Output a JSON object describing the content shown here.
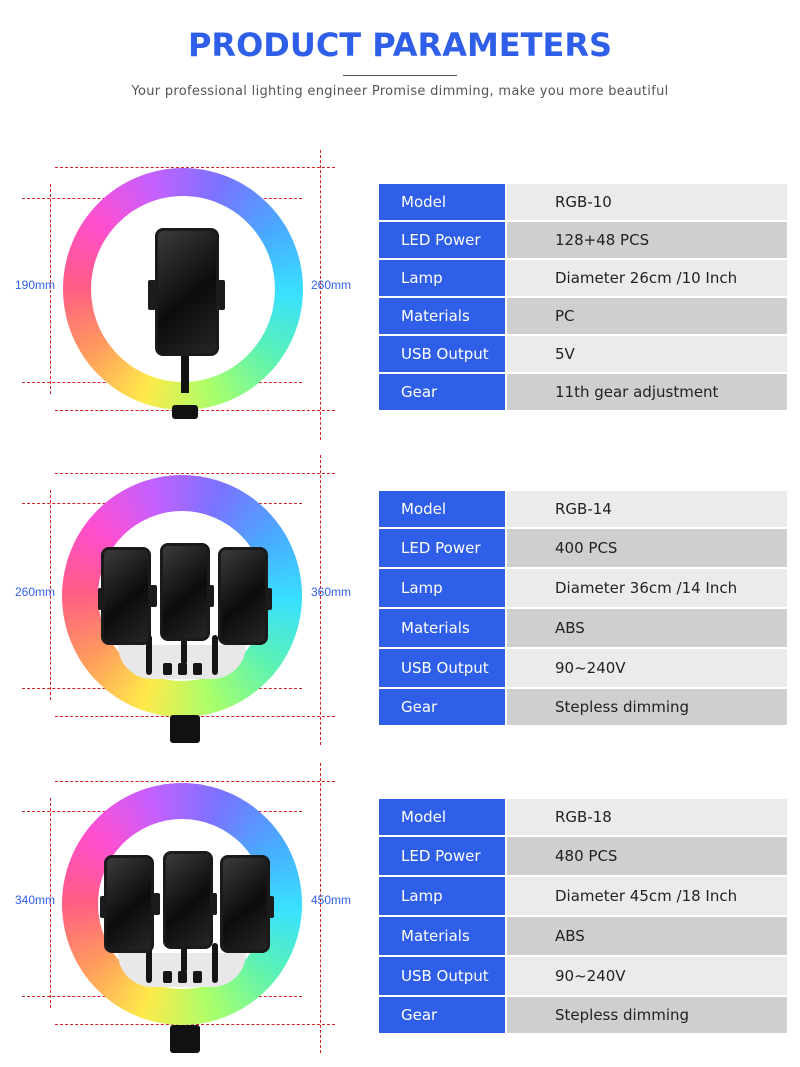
{
  "header": {
    "title": "PRODUCT PARAMETERS",
    "subtitle": "Your professional lighting engineer Promise dimming, make you more beautiful"
  },
  "colors": {
    "accent_blue": "#2f5fe8",
    "dimension_line_red": "#d32020",
    "row_light": "#ebebeb",
    "row_dark": "#cfcfcf"
  },
  "products": [
    {
      "inner_diameter": "190mm",
      "outer_diameter": "260mm",
      "phones": 1,
      "specs": [
        {
          "key": "Model",
          "value": "RGB-10"
        },
        {
          "key": "LED Power",
          "value": "128+48 PCS"
        },
        {
          "key": "Lamp",
          "value": "Diameter 26cm /10 Inch"
        },
        {
          "key": "Materials",
          "value": "PC"
        },
        {
          "key": "USB Output",
          "value": "5V"
        },
        {
          "key": "Gear",
          "value": "11th gear adjustment"
        }
      ]
    },
    {
      "inner_diameter": "260mm",
      "outer_diameter": "360mm",
      "phones": 3,
      "specs": [
        {
          "key": "Model",
          "value": "RGB-14"
        },
        {
          "key": "LED Power",
          "value": "400 PCS"
        },
        {
          "key": "Lamp",
          "value": "Diameter 36cm /14 Inch"
        },
        {
          "key": "Materials",
          "value": "ABS"
        },
        {
          "key": "USB Output",
          "value": "90~240V"
        },
        {
          "key": "Gear",
          "value": "Stepless dimming"
        }
      ]
    },
    {
      "inner_diameter": "340mm",
      "outer_diameter": "450mm",
      "phones": 3,
      "specs": [
        {
          "key": "Model",
          "value": "RGB-18"
        },
        {
          "key": "LED Power",
          "value": "480 PCS"
        },
        {
          "key": "Lamp",
          "value": "Diameter 45cm /18 Inch"
        },
        {
          "key": "Materials",
          "value": "ABS"
        },
        {
          "key": "USB Output",
          "value": "90~240V"
        },
        {
          "key": "Gear",
          "value": "Stepless dimming"
        }
      ]
    }
  ]
}
